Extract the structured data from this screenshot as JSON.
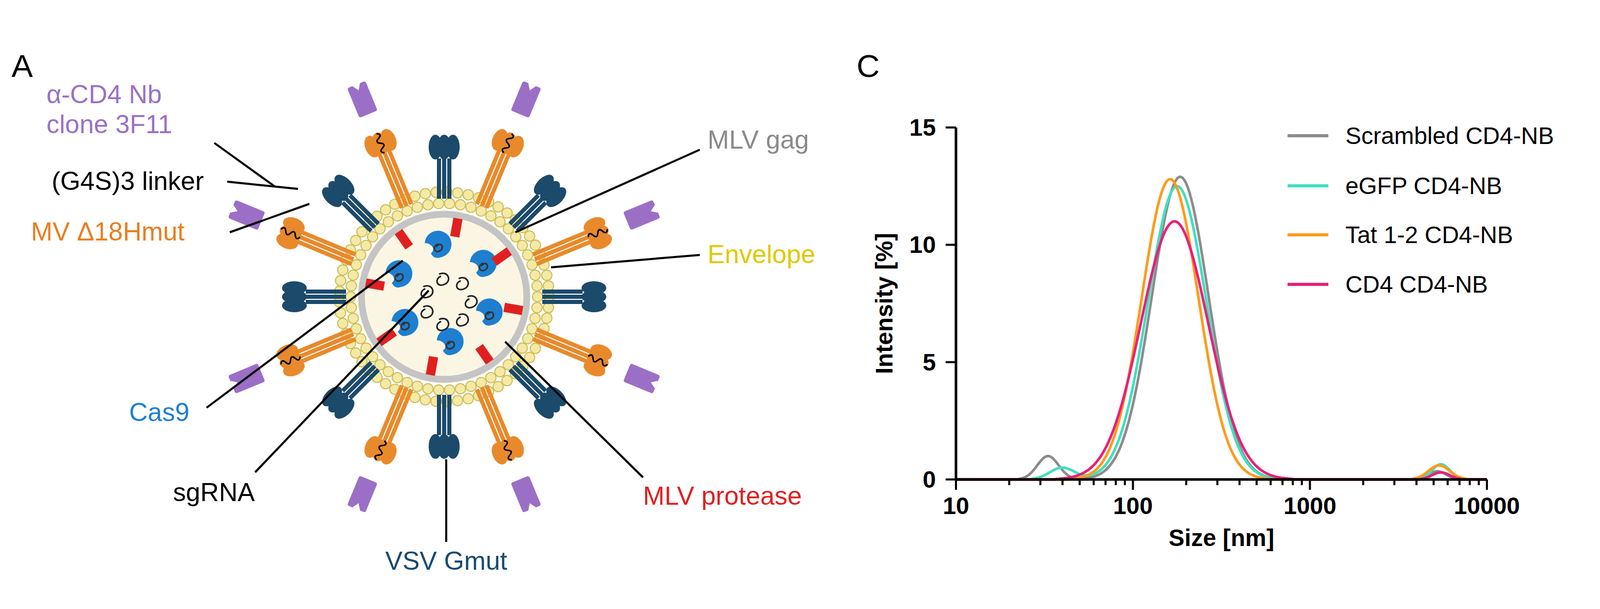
{
  "diagram": {
    "labels": [
      "A",
      "α-CD4 Nb clone 3F11",
      "(G4S)3 linker",
      "MV Δ18Hmut",
      "Cas9",
      "sgRNA",
      "VSV Gmut",
      "MLV gag",
      "Envelope",
      "MLV protease",
      "C",
      "15",
      "10",
      "5",
      "0",
      "10",
      "100",
      "1000",
      "10000",
      "Intensity [%]",
      "Size [nm]"
    ],
    "legend": [
      {
        "text": "Scrambled CD4-NB"
      },
      {
        "text": "eGFP CD4-NB"
      },
      {
        "text": "Tat 1-2 CD4-NB"
      },
      {
        "text": "CD4 CD4-NB"
      }
    ]
  }
}
